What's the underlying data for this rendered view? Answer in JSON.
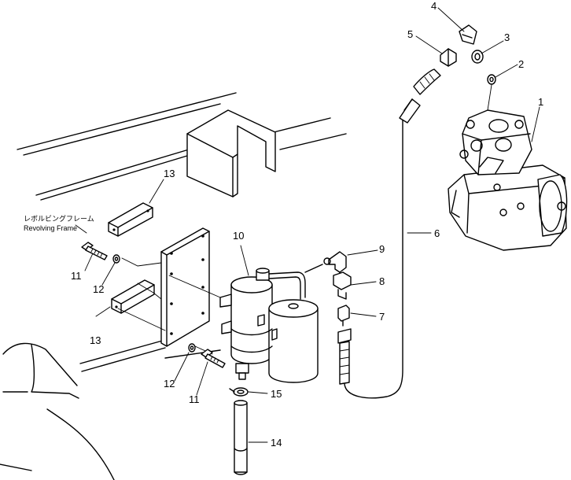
{
  "frame_label": {
    "line1": "レボルビングフレーム",
    "line2": "Revolving  Frame"
  },
  "callouts": [
    {
      "id": "1",
      "text": "1"
    },
    {
      "id": "2",
      "text": "2"
    },
    {
      "id": "3",
      "text": "3"
    },
    {
      "id": "4",
      "text": "4"
    },
    {
      "id": "5",
      "text": "5"
    },
    {
      "id": "6",
      "text": "6"
    },
    {
      "id": "7",
      "text": "7"
    },
    {
      "id": "8",
      "text": "8"
    },
    {
      "id": "9",
      "text": "9"
    },
    {
      "id": "10",
      "text": "10"
    },
    {
      "id": "11a",
      "text": "11"
    },
    {
      "id": "11b",
      "text": "11"
    },
    {
      "id": "12a",
      "text": "12"
    },
    {
      "id": "12b",
      "text": "12"
    },
    {
      "id": "13a",
      "text": "13"
    },
    {
      "id": "13b",
      "text": "13"
    },
    {
      "id": "14",
      "text": "14"
    },
    {
      "id": "15",
      "text": "15"
    }
  ]
}
